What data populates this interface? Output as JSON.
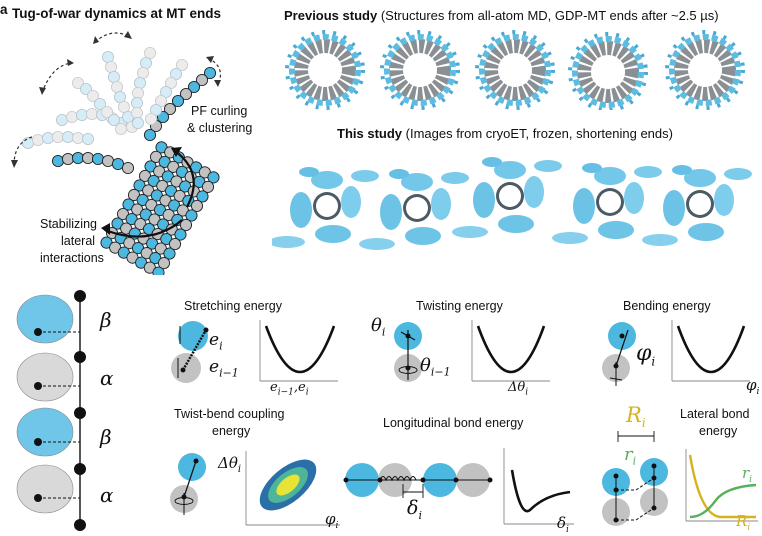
{
  "panel_a": {
    "letter": "a",
    "title": "Tug-of-war dynamics at MT ends",
    "pf_label_line1": "PF curling",
    "pf_label_line2": "& clustering",
    "stab_line1": "Stabilizing",
    "stab_line2": "lateral",
    "stab_line3": "interactions"
  },
  "previous": {
    "bold": "Previous study",
    "rest": " (Structures from all-atom MD, GDP-MT ends after ~2.5 µs)"
  },
  "current": {
    "bold": "This study",
    "rest": " (Images from cryoET, frozen, shortening ends)"
  },
  "panel_b": {
    "beta1": "β",
    "alpha1": "α",
    "beta2": "β",
    "alpha2": "α",
    "stretch_title": "Stretching energy",
    "stretch_e_i": "e",
    "stretch_sub_i": "i",
    "stretch_e_im1": "e",
    "stretch_sub_im1": "i−1",
    "stretch_axis": "e",
    "stretch_axis_sub1": "i−1",
    "stretch_axis_mid": ",e",
    "stretch_axis_sub2": "i",
    "twist_title": "Twisting energy",
    "twist_theta_i": "θ",
    "twist_sub_i": "i",
    "twist_theta_im1": "θ",
    "twist_sub_im1": "i−1",
    "twist_axis": "Δθ",
    "twist_axis_sub": "i",
    "bend_title": "Bending energy",
    "bend_phi": "φ",
    "bend_phi_sub": "i",
    "bend_axis": "φ",
    "bend_axis_sub": "i",
    "tb_title_line1": "Twist-bend coupling",
    "tb_title_line2": "energy",
    "tb_yaxis": "Δθ",
    "tb_yaxis_sub": "i",
    "tb_xaxis": "φ",
    "tb_xaxis_sub": "i",
    "long_title": "Longitudinal bond energy",
    "long_delta": "δ",
    "long_delta_sub": "i",
    "long_axis": "δ",
    "long_axis_sub": "i",
    "lat_R": "R",
    "lat_R_sub": "i",
    "lat_r": "r",
    "lat_r_sub": "i",
    "lat_title_line1": "Lateral bond",
    "lat_title_line2": "energy",
    "lat_curve_r": "r",
    "lat_curve_r_sub": "i",
    "lat_curve_R": "R",
    "lat_curve_R_sub": "i"
  },
  "colors": {
    "beta_blue": "#4cb8e0",
    "alpha_gray": "#c2c2c2",
    "ochre": "#d7b11e",
    "green": "#58b05a",
    "contour_outer": "#2a6fa8",
    "contour_mid": "#4cb59a",
    "contour_inner": "#e8e437"
  }
}
